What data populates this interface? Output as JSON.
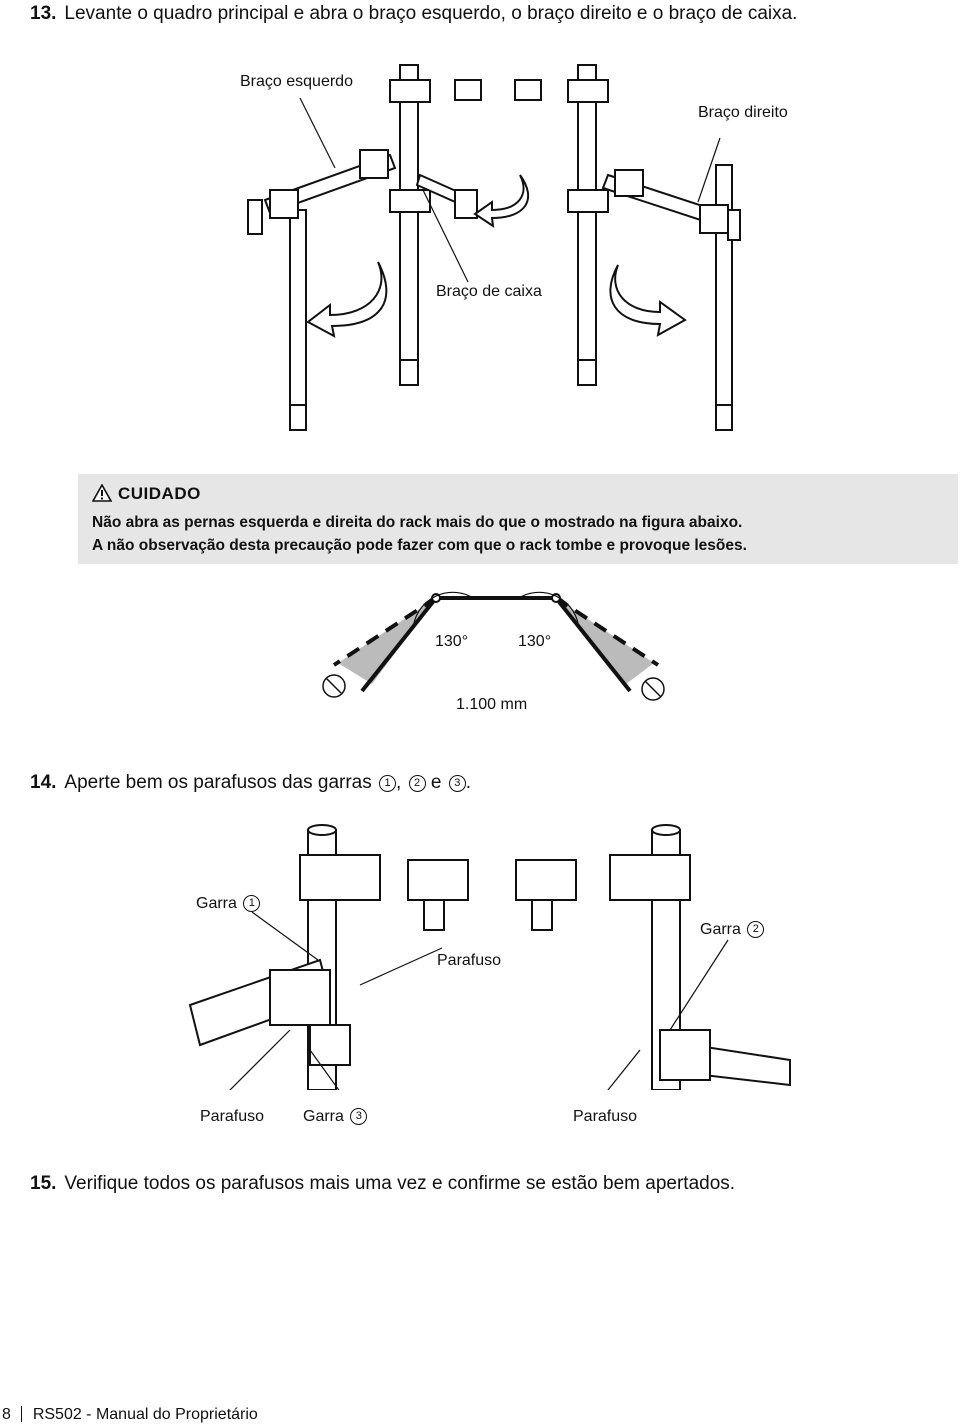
{
  "step13": {
    "number": "13.",
    "text": "Levante o quadro principal e abra o braço esquerdo, o braço direito e o braço de caixa."
  },
  "fig1": {
    "left_arm": "Braço esquerdo",
    "right_arm": "Braço direito",
    "snare_arm": "Braço de caixa"
  },
  "caution": {
    "title": "CUIDADO",
    "line1": "Não abra as pernas esquerda e direita do rack mais do que o mostrado na figura abaixo.",
    "line2": "A não observação desta precaução pode fazer com que o rack tombe e provoque lesões."
  },
  "angle_fig": {
    "angle_left": "130°",
    "angle_right": "130°",
    "distance": "1.100 mm"
  },
  "step14": {
    "number": "14.",
    "text": "Aperte bem os parafusos das garras",
    "sep1": ",",
    "sep2": "e",
    "end": ".",
    "c1": "1",
    "c2": "2",
    "c3": "3"
  },
  "fig2": {
    "garra": "Garra",
    "c1": "1",
    "c2": "2",
    "c3": "3",
    "parafuso": "Parafuso"
  },
  "step15": {
    "number": "15.",
    "text": "Verifique todos os parafusos mais uma vez e confirme se estão bem apertados."
  },
  "footer": {
    "page": "8",
    "manual": "RS502 - Manual do Proprietário"
  }
}
